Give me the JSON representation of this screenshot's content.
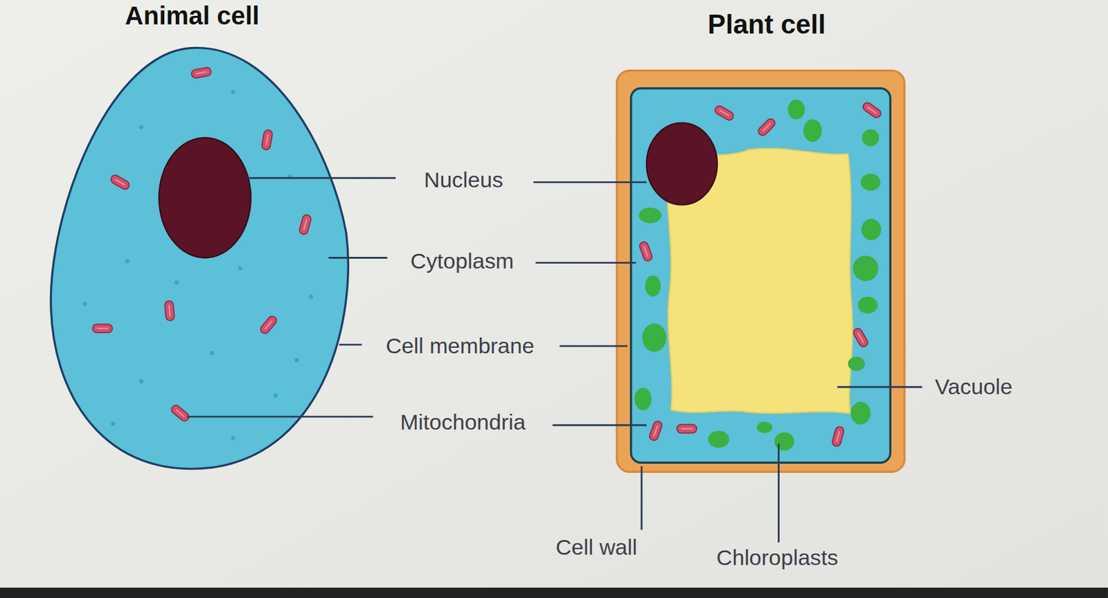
{
  "diagram": {
    "labels": [
      "Animal cell",
      "Plant cell",
      "Nucleus",
      "Cytoplasm",
      "Cell membrane",
      "Mitochondria",
      "Vacuole",
      "Cell wall",
      "Chloroplasts"
    ]
  }
}
